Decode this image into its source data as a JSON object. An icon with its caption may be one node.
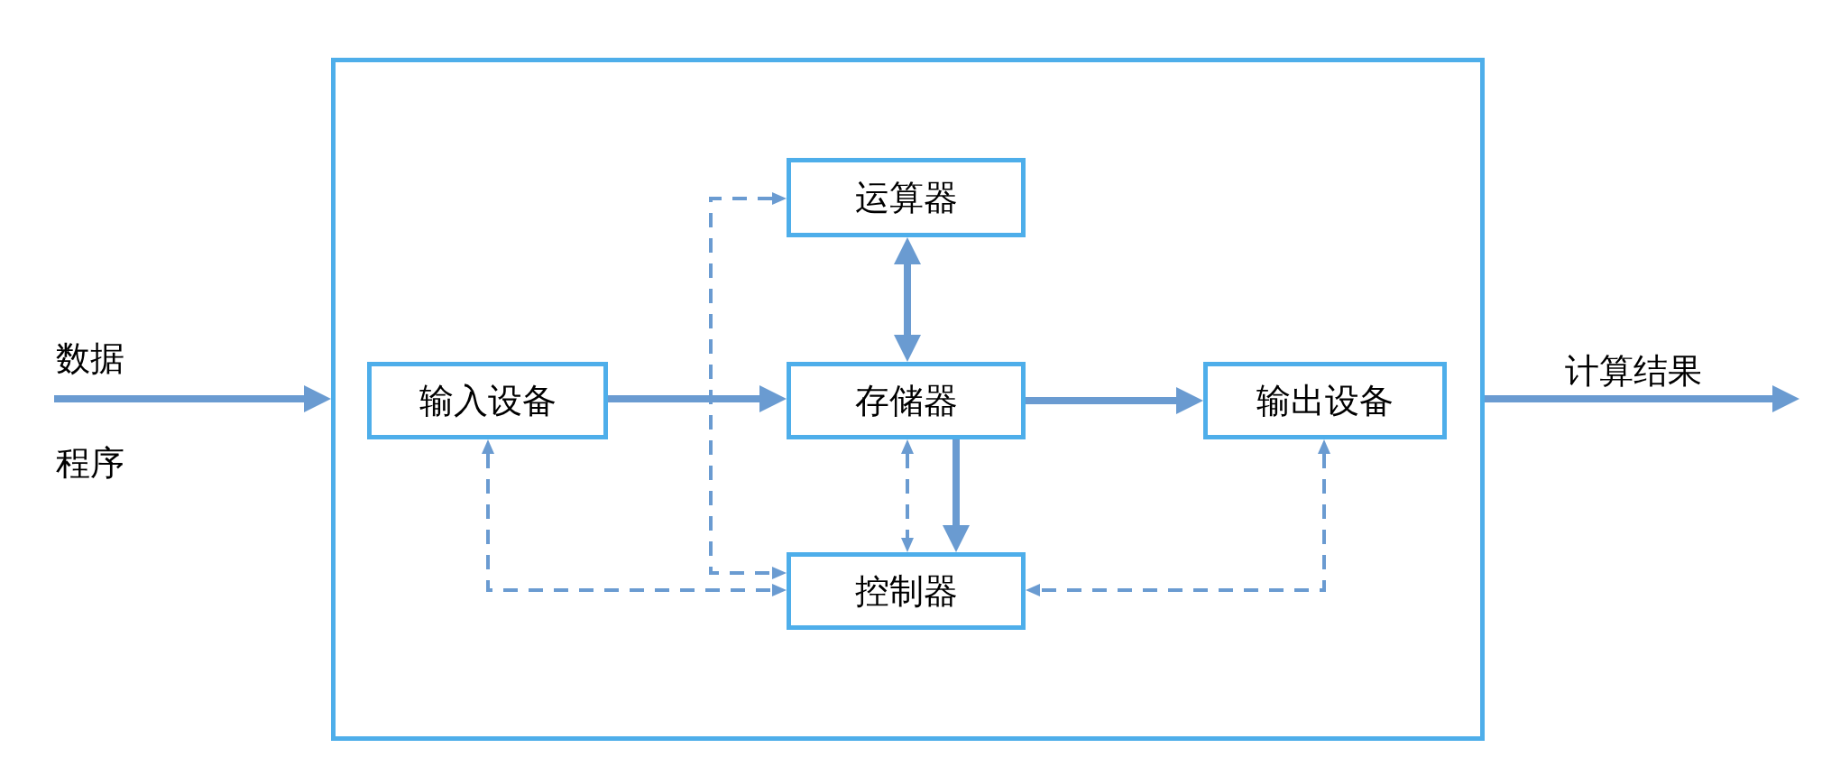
{
  "diagram": {
    "nodes": [
      {
        "text": [],
        "shape": "box"
      },
      {
        "text": [
          "运算器"
        ],
        "in": 0
      },
      {
        "text": [
          "输入设备"
        ],
        "in": 0
      },
      {
        "text": [
          "存储器"
        ],
        "in": 0
      },
      {
        "text": [
          "输出设备"
        ],
        "in": 0
      },
      {
        "text": [
          "控制器"
        ],
        "in": 0
      }
    ],
    "edges": [
      {
        "from": null,
        "to": 0,
        "arrow": "to"
      },
      {
        "from": 0,
        "to": null,
        "arrow": "to"
      },
      {
        "from": 2,
        "to": 3,
        "arrow": "to"
      },
      {
        "from": 1,
        "to": 3,
        "arrow": "both"
      },
      {
        "from": 3,
        "to": 4,
        "arrow": "to"
      },
      {
        "from": 3,
        "to": 5,
        "arrow": "to"
      },
      {
        "from": 1,
        "to": 5,
        "arrow": "both",
        "style": "dashed"
      },
      {
        "from": 3,
        "to": 5,
        "arrow": "both",
        "style": "dashed"
      },
      {
        "from": 2,
        "to": 5,
        "arrow": "both",
        "style": "dashed"
      },
      {
        "from": 4,
        "to": 5,
        "arrow": "both",
        "style": "dashed"
      }
    ],
    "labels": [
      "数据",
      "程序",
      "计算结果"
    ]
  }
}
